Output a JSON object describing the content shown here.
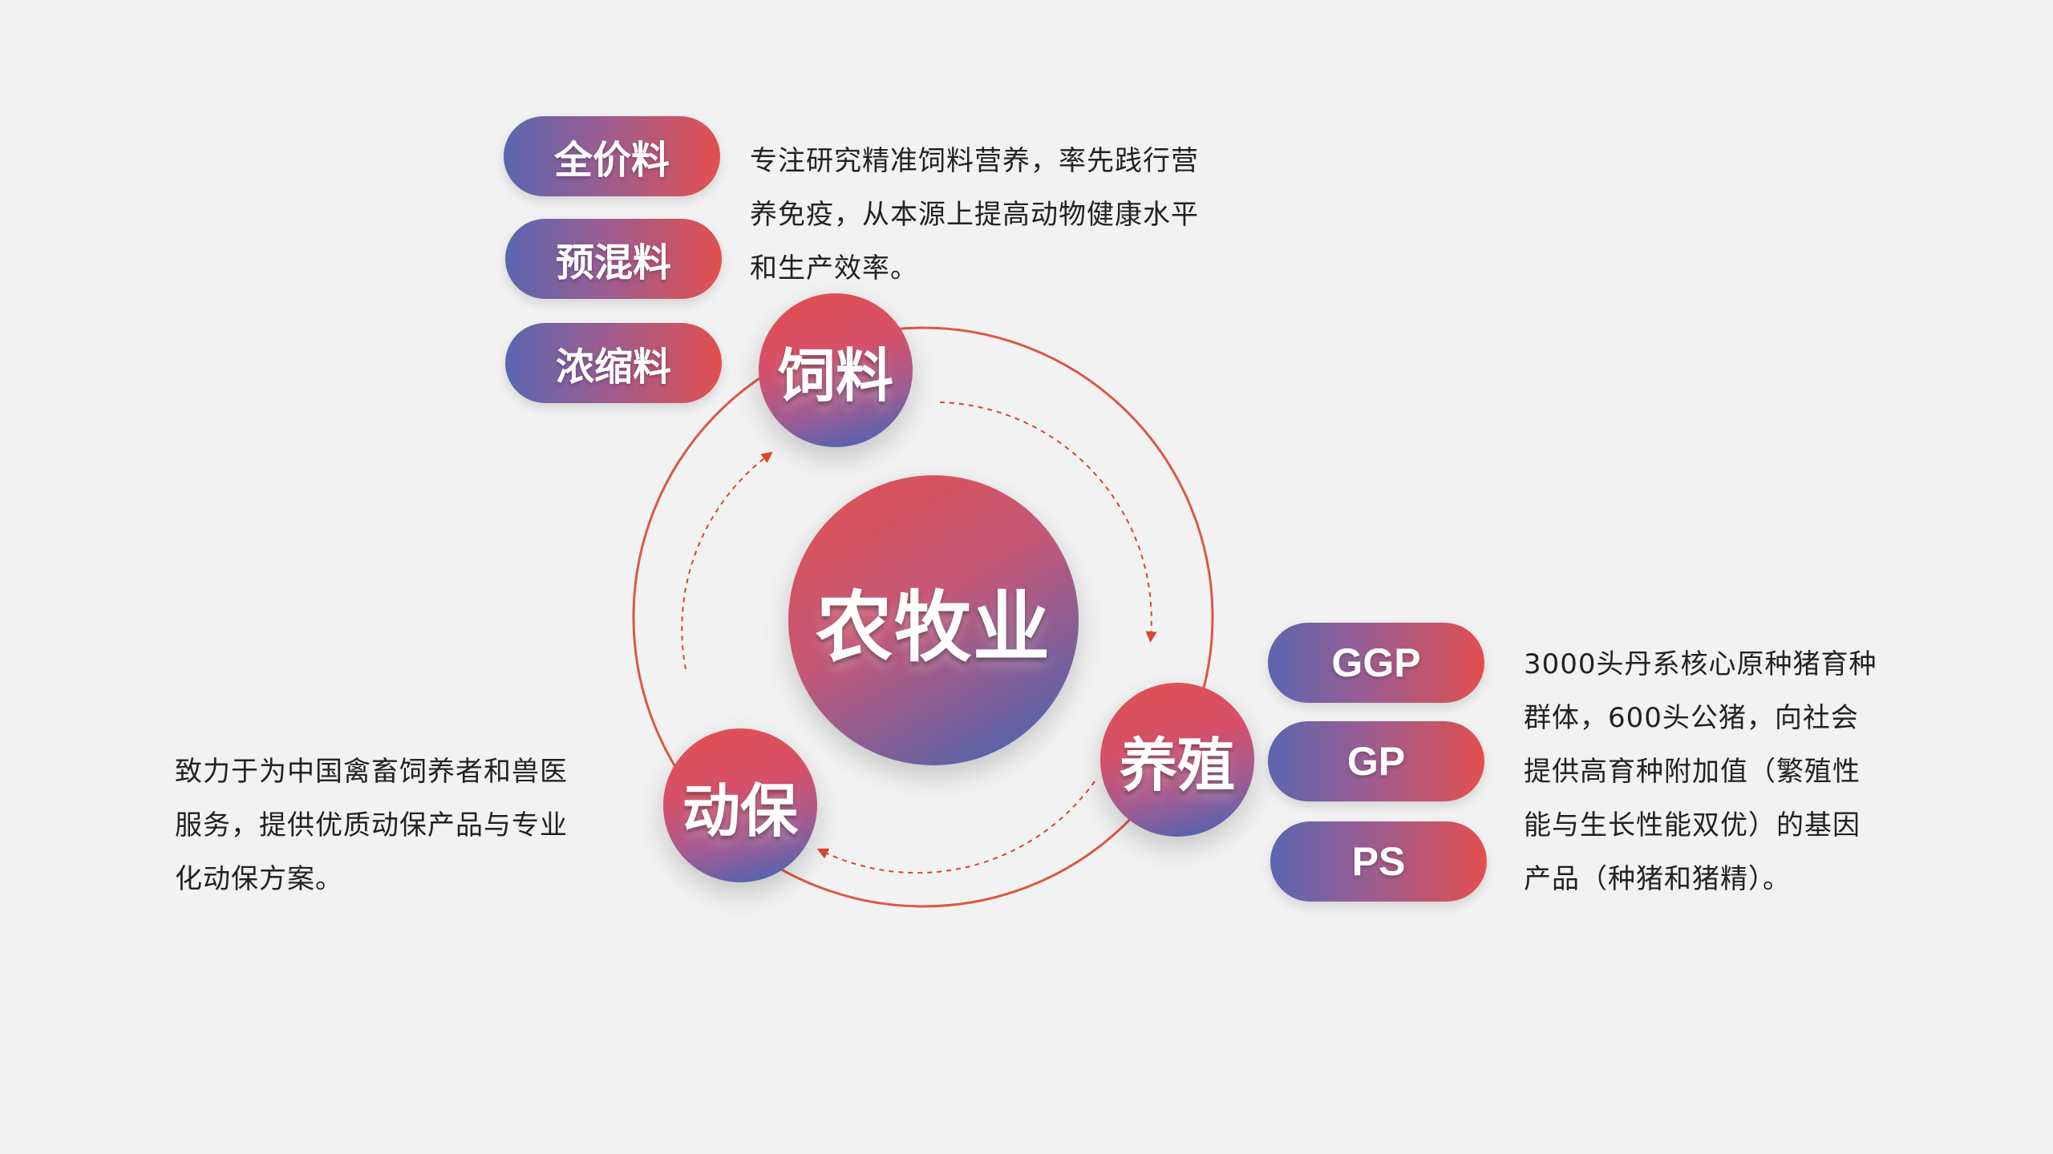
{
  "center": {
    "label": "农牧业"
  },
  "nodes": {
    "feed": {
      "label": "饲料"
    },
    "breeding": {
      "label": "养殖"
    },
    "animal_health": {
      "label": "动保"
    }
  },
  "feed_products": [
    "全价料",
    "预混料",
    "浓缩料"
  ],
  "breeding_products": [
    "GGP",
    "GP",
    "PS"
  ],
  "descriptions": {
    "feed": "专注研究精准饲料营养，率先践行营\n养免疫，从本源上提高动物健康水平\n和生产效率。",
    "animal_health": "致力于为中国禽畜饲养者和兽医\n服务，提供优质动保产品与专业\n化动保方案。",
    "breeding": "3000头丹系核心原种猪育种\n群体，600头公猪，向社会\n提供高育种附加值（繁殖性\n能与生长性能双优）的基因\n产品（种猪和猪精）。"
  },
  "colors": {
    "background": "#f2f2f2",
    "gradient_red": "#e2504f",
    "gradient_blue": "#3c66b8",
    "ring": "#d9472f",
    "text": "#222222"
  }
}
